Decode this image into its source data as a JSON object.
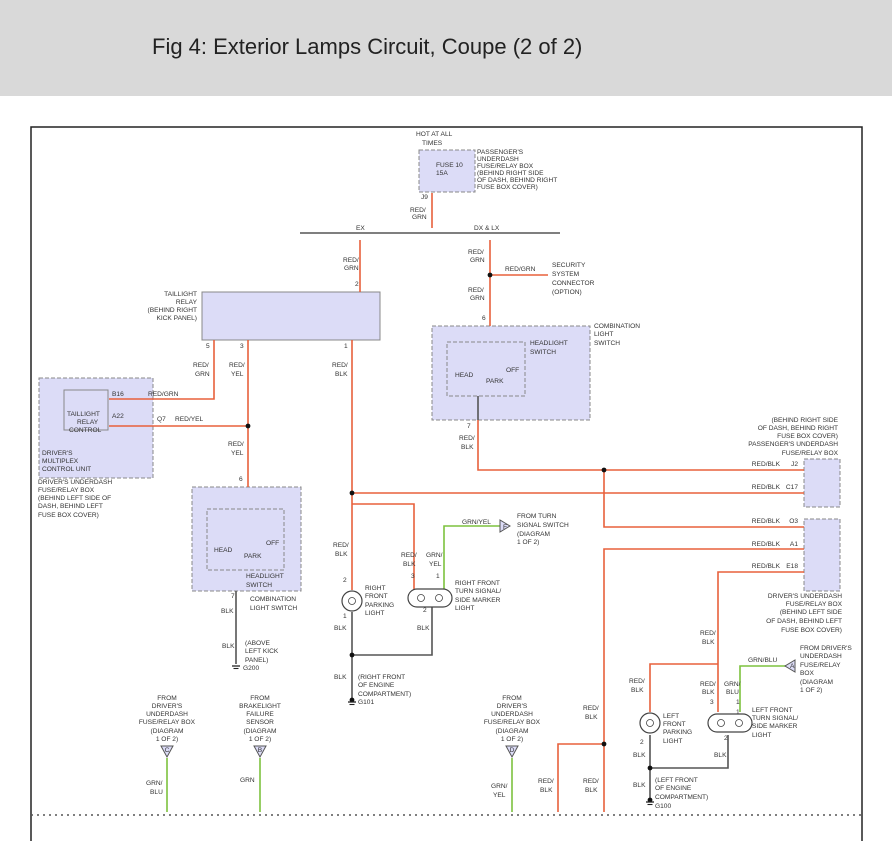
{
  "page": {
    "title": "Fig 4: Exterior Lamps Circuit, Coupe (2 of 2)"
  },
  "colors": {
    "red": "#e8603c",
    "green": "#7dc23e",
    "black": "#555555",
    "box_fill": "#dcdcf7",
    "box_stroke": "#888888"
  },
  "diagram": {
    "labels": [
      "HOT AT ALL",
      "TIMES",
      "PASSENGER'S",
      "UNDERDASH",
      "FUSE/RELAY BOX",
      "(BEHIND RIGHT SIDE",
      "OF DASH, BEHIND RIGHT",
      "FUSE BOX COVER)",
      "FUSE 10",
      "15A",
      "J9",
      "RED/",
      "GRN",
      "EX",
      "DX & LX",
      "RED/",
      "GRN",
      "RED/",
      "GRN",
      "RED/GRN",
      "SECURITY",
      "SYSTEM",
      "CONNECTOR",
      "(OPTION)",
      "RED/",
      "GRN",
      "2",
      "TAILLIGHT",
      "RELAY",
      "(BEHIND RIGHT",
      "KICK PANEL)",
      "5",
      "3",
      "1",
      "6",
      "COMBINATION",
      "LIGHT",
      "SWITCH",
      "HEADLIGHT",
      "SWITCH",
      "HEAD",
      "PARK",
      "OFF",
      "7",
      "RED/",
      "GRN",
      "RED/",
      "YEL",
      "RED/",
      "BLK",
      "B16",
      "RED/GRN",
      "TAILLIGHT",
      "RELAY",
      "CONTROL",
      "A22",
      "Q7",
      "RED/YEL",
      "DRIVER'S",
      "MULTIPLEX",
      "CONTROL UNIT",
      "DRIVER'S UNDERDASH",
      "FUSE/RELAY BOX",
      "(BEHIND LEFT SIDE OF",
      "DASH, BEHIND LEFT",
      "FUSE BOX COVER)",
      "RED/",
      "YEL",
      "RED/",
      "BLK",
      "(BEHIND RIGHT SIDE",
      "OF DASH, BEHIND RIGHT",
      "FUSE BOX COVER)",
      "PASSENGER'S UNDERDASH",
      "FUSE/RELAY BOX",
      "RED/BLK",
      "J2",
      "RED/BLK",
      "C17",
      "RED/BLK",
      "O3",
      "RED/BLK",
      "A1",
      "RED/BLK",
      "E18",
      "6",
      "HEAD",
      "PARK",
      "OFF",
      "HEADLIGHT",
      "SWITCH",
      "7",
      "COMBINATION",
      "LIGHT SWITCH",
      "BLK",
      "BLK",
      "(ABOVE",
      "LEFT KICK",
      "PANEL)",
      "G200",
      "RED/",
      "BLK",
      "2",
      "1",
      "RIGHT",
      "FRONT",
      "PARKING",
      "LIGHT",
      "BLK",
      "BLK",
      "(RIGHT FRONT",
      "OF ENGINE",
      "COMPARTMENT)",
      "G101",
      "GRN/YEL",
      "F",
      "FROM TURN",
      "SIGNAL SWITCH",
      "(DIAGRAM",
      "1 OF 2)",
      "RED/",
      "BLK",
      "GRN/",
      "YEL",
      "3",
      "1",
      "2",
      "RIGHT FRONT",
      "TURN SIGNAL/",
      "SIDE MARKER",
      "LIGHT",
      "BLK",
      "DRIVER'S UNDERDASH",
      "FUSE/RELAY BOX",
      "(BEHIND LEFT SIDE",
      "OF DASH, BEHIND LEFT",
      "FUSE BOX COVER)",
      "RED/",
      "BLK",
      "GRN/BLU",
      "A",
      "FROM DRIVER'S",
      "UNDERDASH",
      "FUSE/RELAY",
      "BOX",
      "(DIAGRAM",
      "1 OF 2)",
      "RED/",
      "BLK",
      "RED/",
      "BLK",
      "GRN/",
      "BLU",
      "3",
      "1",
      "2",
      "2",
      "1",
      "LEFT",
      "FRONT",
      "PARKING",
      "LIGHT",
      "LEFT FRONT",
      "TURN SIGNAL/",
      "SIDE MARKER",
      "LIGHT",
      "BLK",
      "BLK",
      "BLK",
      "(LEFT FRONT",
      "OF ENGINE",
      "COMPARTMENT)",
      "G100",
      "FROM",
      "DRIVER'S",
      "UNDERDASH",
      "FUSE/RELAY BOX",
      "(DIAGRAM",
      "1 OF 2)",
      "C",
      "FROM",
      "BRAKELIGHT",
      "FAILURE",
      "SENSOR",
      "(DIAGRAM",
      "1 OF 2)",
      "B",
      "FROM",
      "DRIVER'S",
      "UNDERDASH",
      "FUSE/RELAY BOX",
      "(DIAGRAM",
      "1 OF 2)",
      "D",
      "GRN/",
      "BLU",
      "GRN",
      "GRN/",
      "YEL",
      "RED/",
      "BLK",
      "RED/",
      "BLK",
      "RED/",
      "BLK"
    ]
  }
}
